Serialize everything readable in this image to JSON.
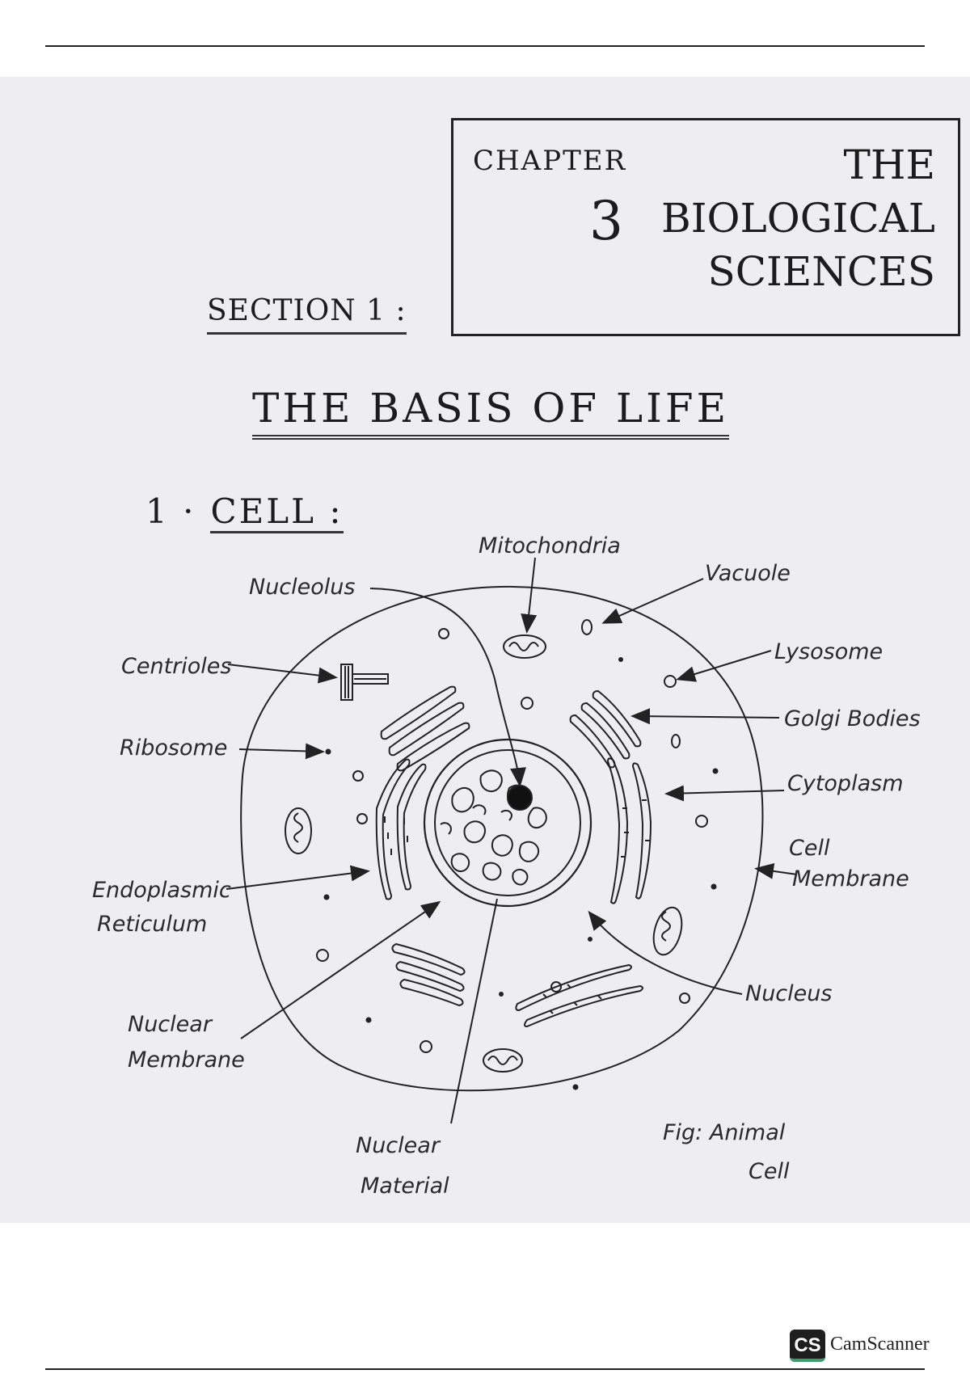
{
  "chapter": {
    "label": "CHAPTER",
    "number": "3",
    "title_lines": [
      "THE",
      "BIOLOGICAL",
      "SCIENCES"
    ]
  },
  "section_label": "SECTION 1 :",
  "main_title": "THE BASIS OF LIFE",
  "cell_heading": {
    "number": "1 ·",
    "text": "CELL :"
  },
  "labels": {
    "mitochondria": "Mitochondria",
    "nucleolus": "Nucleolus",
    "vacuole": "Vacuole",
    "centrioles": "Centrioles",
    "lysosome": "Lysosome",
    "golgi_bodies": "Golgi Bodies",
    "ribosome": "Ribosome",
    "cytoplasm": "Cytoplasm",
    "cell_membrane_1": "Cell",
    "cell_membrane_2": "Membrane",
    "endoplasmic_1": "Endoplasmic",
    "endoplasmic_2": "Reticulum",
    "nucleus": "Nucleus",
    "nuclear_membrane_1": "Nuclear",
    "nuclear_membrane_2": "Membrane",
    "nuclear_material_1": "Nuclear",
    "nuclear_material_2": "Material",
    "fig_1": "Fig: Animal",
    "fig_2": "Cell"
  },
  "watermark": {
    "badge": "CS",
    "text": "CamScanner"
  },
  "colors": {
    "ink": "#222222",
    "paper": "#eeeef0",
    "badge_green": "#3c9c6b"
  }
}
